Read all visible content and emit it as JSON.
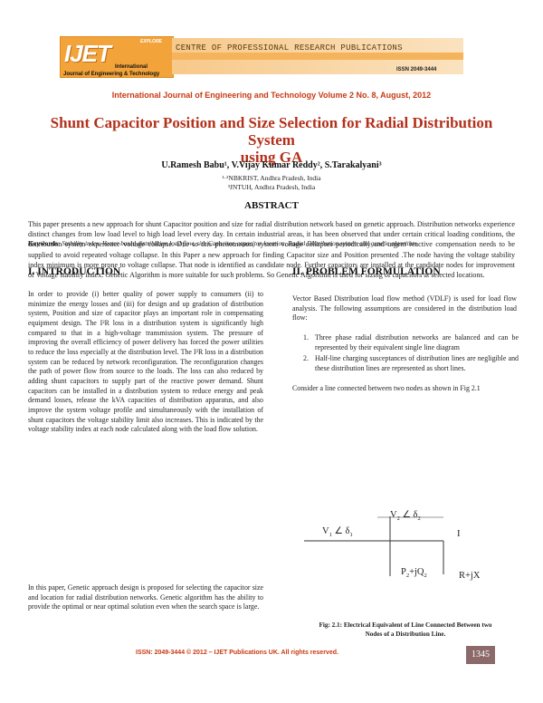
{
  "banner": {
    "logo_text": "IJET",
    "logo_explore": "EXPLORE",
    "logo_international": "International",
    "logo_journal": "Journal of Engineering & Technology",
    "centre_text": "CENTRE OF PROFESSIONAL RESEARCH PUBLICATIONS",
    "issn": "ISSN 2049-3444"
  },
  "journal_line": "International Journal of Engineering and Technology Volume 2 No. 8, August, 2012",
  "title": {
    "line1": "Shunt Capacitor Position and Size Selection for Radial Distribution System",
    "line2": "using GA"
  },
  "authors": "U.Ramesh Babu¹, V.Vijay Kumar Reddy², S.Tarakalyani³",
  "affiliations": {
    "a1": "¹·²NBKRIST, Andhra Pradesh, India",
    "a2": "³JNTUH, Andhra Pradesh, India"
  },
  "abstract": {
    "heading": "ABSTRACT",
    "body": "This paper presents a new approach for shunt Capacitor position and size for radial distribution network based on genetic approach. Distribution networks experience distinct changes from low load level to high load level every day. In certain industrial areas, it has been observed that under certain critical loading conditions, the distribution system experience voltage collapse. Due to this phenomenon, system voltage collapses periodically and urgent reactive compensation needs to be supplied to avoid repeated voltage collapse. In this Paper a new approach for finding Capacitor size and Position presented .The node having the voltage stability index minimum is more prone to voltage collapse. That node is identified as candidate node. Further capacitors are installed at the candidate nodes for improvement of Voltage stability index. Genetic Algorithm is more suitable for such problems. So Genetic Algorithm is used for sizing of capacitors at selected locations."
  },
  "keywords": {
    "label": "Keywords:",
    "text": "Stability index, Vector based distribution load flow, size Capacitor, capacitor location, Radial Distribution system and genetic algorithm"
  },
  "intro": {
    "heading": "I. INTRODUCTION",
    "p1": "In order to provide (i) better quality of power supply to consumers (ii) to minimize the energy losses and (iii) for design and up gradation of distribution system, Position and size of capacitor plays an important role in compensating equipment design. The I²R loss in a distribution system is significantly high compared to that in a high-voltage transmission system. The pressure of improving the overall efficiency of power delivery has forced the power utilities to reduce the loss especially at the distribution level. The I²R loss in a distribution system can be reduced by network reconfiguration. The reconfiguration changes the path of power flow from source to the loads. The loss can also reduced by adding shunt capacitors to supply part of the reactive power demand. Shunt capacitors can be installed in a distribution system to reduce energy and peak demand losses, release the kVA capacities of distribution apparatus, and also improve the system voltage profile and simultaneously with the installation of shunt capacitors the voltage stability limit also increases. This is indicated by the voltage stability index at each node calculated along with the load flow solution.",
    "p2": "In this paper, Genetic approach design is proposed for selecting the capacitor size and location for radial distribution networks. Genetic algorithm has the ability to provide the optimal or near optimal solution even when the search space is large."
  },
  "problem": {
    "heading": "II. PROBLEM FORMULATION",
    "p1": "Vector Based Distribution load flow method (VDLF) is used for load flow analysis. The following assumptions are considered in the distribution load flow:",
    "assumptions": [
      {
        "num": "1.",
        "text": "Three phase radial distribution networks are balanced and can be represented by their equivalent single line diagram"
      },
      {
        "num": "2.",
        "text": "Half-line charging susceptances of distribution lines are negligible and these distribution lines are represented as short lines."
      }
    ],
    "p2": "Consider a line connected between two nodes as shown in Fig 2.1"
  },
  "figure": {
    "v1": "V",
    "v1_sub": "1",
    "v1_angle": "∠",
    "v1_delta": "δ",
    "v1_delta_sub": "1",
    "v2": "V",
    "v2_sub": "2",
    "v2_angle": "∠",
    "v2_delta": "δ",
    "v2_delta_sub": "2",
    "current": "I",
    "load_p": "P",
    "load_p_sub": "2",
    "load_q": "+jQ",
    "load_q_sub": "2",
    "impedance": "R+jX",
    "caption_line1": "Fig: 2.1: Electrical Equivalent of Line Connected Between two",
    "caption_line2": "Nodes of a Distribution Line."
  },
  "footer": {
    "text": "ISSN: 2049-3444 © 2012 – IJET Publications UK. All rights reserved.",
    "page_number": "1345"
  }
}
